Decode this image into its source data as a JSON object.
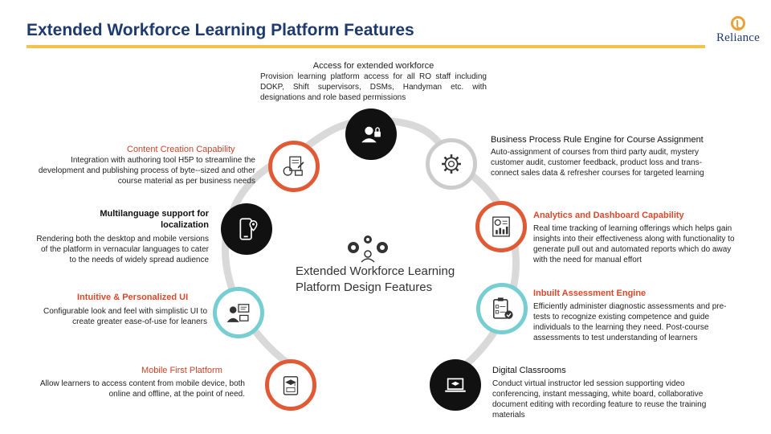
{
  "header": {
    "title": "Extended Workforce Learning Platform Features",
    "logo_text": "Reliance",
    "accent_color": "#f5c24e",
    "title_color": "#1e3a6e"
  },
  "center": {
    "label_line1": "Extended Workforce Learning",
    "label_line2": "Platform Design Features"
  },
  "features": {
    "access": {
      "title": "Access for extended workforce",
      "desc": "Provision learning platform access for all RO staff including DOKP, Shift supervisors, DSMs, Handyman etc. with designations and role based permissions",
      "icon": "user-lock-icon"
    },
    "content": {
      "title": "Content Creation Capability",
      "desc": "Integration with authoring tool H5P to streamline the development and publishing process of byte--sized and other course material as per business needs",
      "icon": "content-authoring-icon"
    },
    "multilang": {
      "title": "Multilanguage support for localization",
      "desc": "Rendering both the desktop and mobile versions of the platform in vernacular languages to cater to the needs of widely spread audience",
      "icon": "mobile-location-icon"
    },
    "intuitive": {
      "title": "Intuitive & Personalized UI",
      "desc": "Configurable look and feel with simplistic UI to create greater ease-of-use for leaners",
      "icon": "personalized-ui-icon"
    },
    "mobile": {
      "title": "Mobile First Platform",
      "desc": "Allow learners to access content from mobile device, both online and offline, at the point of need.",
      "icon": "mobile-learning-icon"
    },
    "rules": {
      "title": "Business Process Rule Engine for Course Assignment",
      "desc": "Auto-assignment of courses from third party audit, mystery customer audit, customer feedback, product loss and trans-connect sales data & refresher courses for targeted learning",
      "icon": "gear-icon"
    },
    "analytics": {
      "title": "Analytics and Dashboard Capability",
      "desc": "Real time tracking of learning offerings which helps gain insights into their effectiveness along with functionality to generate pull out and automated reports which do away with the need for manual effort",
      "icon": "analytics-icon"
    },
    "assessment": {
      "title": "Inbuilt Assessment Engine",
      "desc": "Efficiently administer diagnostic assessments and pre-tests to recognize existing competence and guide individuals to the learning they need. Post-course assessments to test understanding of learners",
      "icon": "clipboard-check-icon"
    },
    "digital": {
      "title": "Digital Classrooms",
      "desc": "Conduct virtual instructor led session supporting video conferencing, instant messaging, white board, collaborative document editing with recording feature to reuse the training materials",
      "icon": "laptop-graduation-icon"
    }
  },
  "colors": {
    "red_ring": "#e15a36",
    "cyan_ring": "#76cdd2",
    "arc_gray": "#d9d9d9"
  }
}
